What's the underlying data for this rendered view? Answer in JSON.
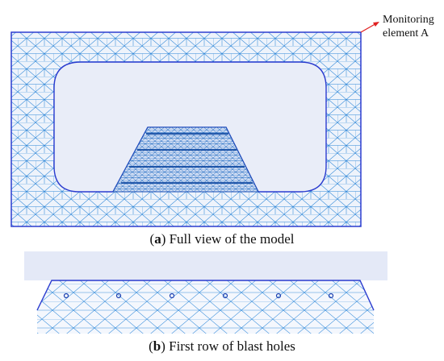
{
  "annotation": {
    "line1": "Monitoring",
    "line2": "element A"
  },
  "captions": {
    "a": {
      "letter": "a",
      "text": ") Full view of the model"
    },
    "b": {
      "letter": "b",
      "text": ") First row of blast holes"
    }
  },
  "colors": {
    "mesh": "#2b86d8",
    "outline": "#2b3ccf",
    "fill": "#e7ecf8",
    "dense": "#1565c0",
    "arrow": "#e02020"
  }
}
